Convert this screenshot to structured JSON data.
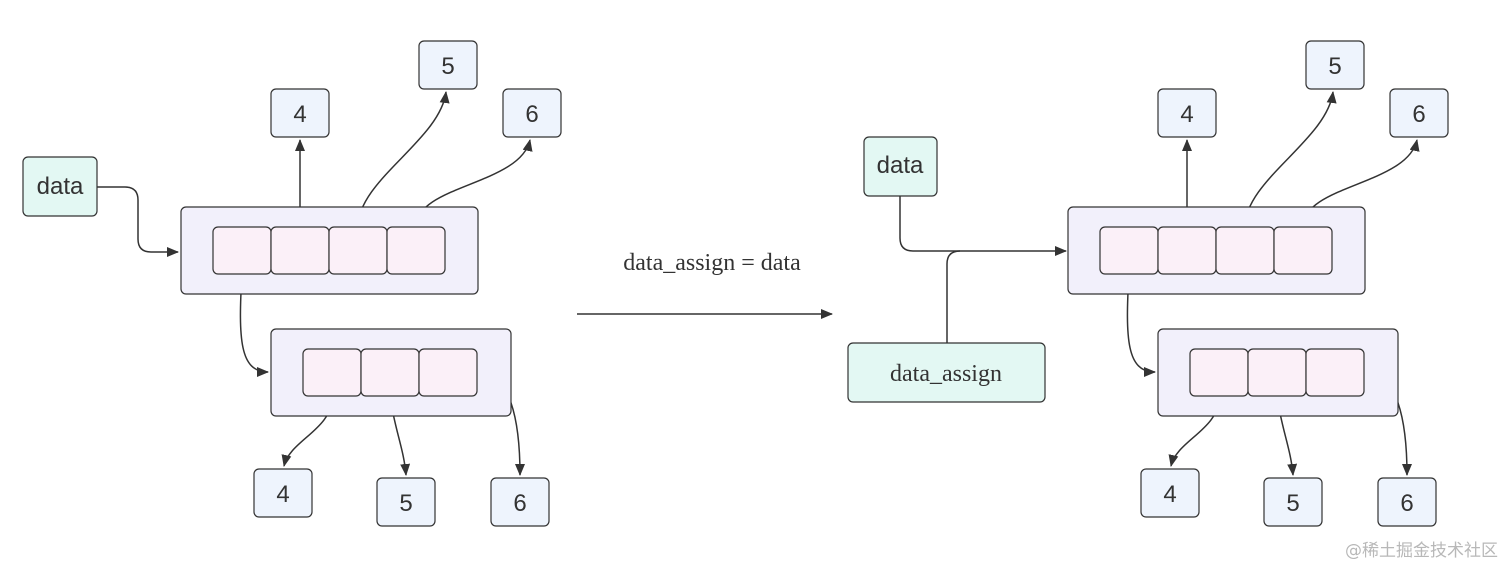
{
  "colors": {
    "stroke": "#333333",
    "variable_fill": "#e3f8f3",
    "list_fill": "#f2f0fb",
    "cell_fill": "#fbf0f8",
    "number_fill": "#eef4fd",
    "watermark": "#b8b8b8"
  },
  "left": {
    "variable": "data",
    "outer_items": [
      "4",
      "5",
      "6"
    ],
    "inner_items": [
      "4",
      "5",
      "6"
    ]
  },
  "middle": {
    "statement": "data_assign = data"
  },
  "right": {
    "variable": "data",
    "alias_variable": "data_assign",
    "outer_items": [
      "4",
      "5",
      "6"
    ],
    "inner_items": [
      "4",
      "5",
      "6"
    ]
  },
  "watermark": "@稀土掘金技术社区"
}
